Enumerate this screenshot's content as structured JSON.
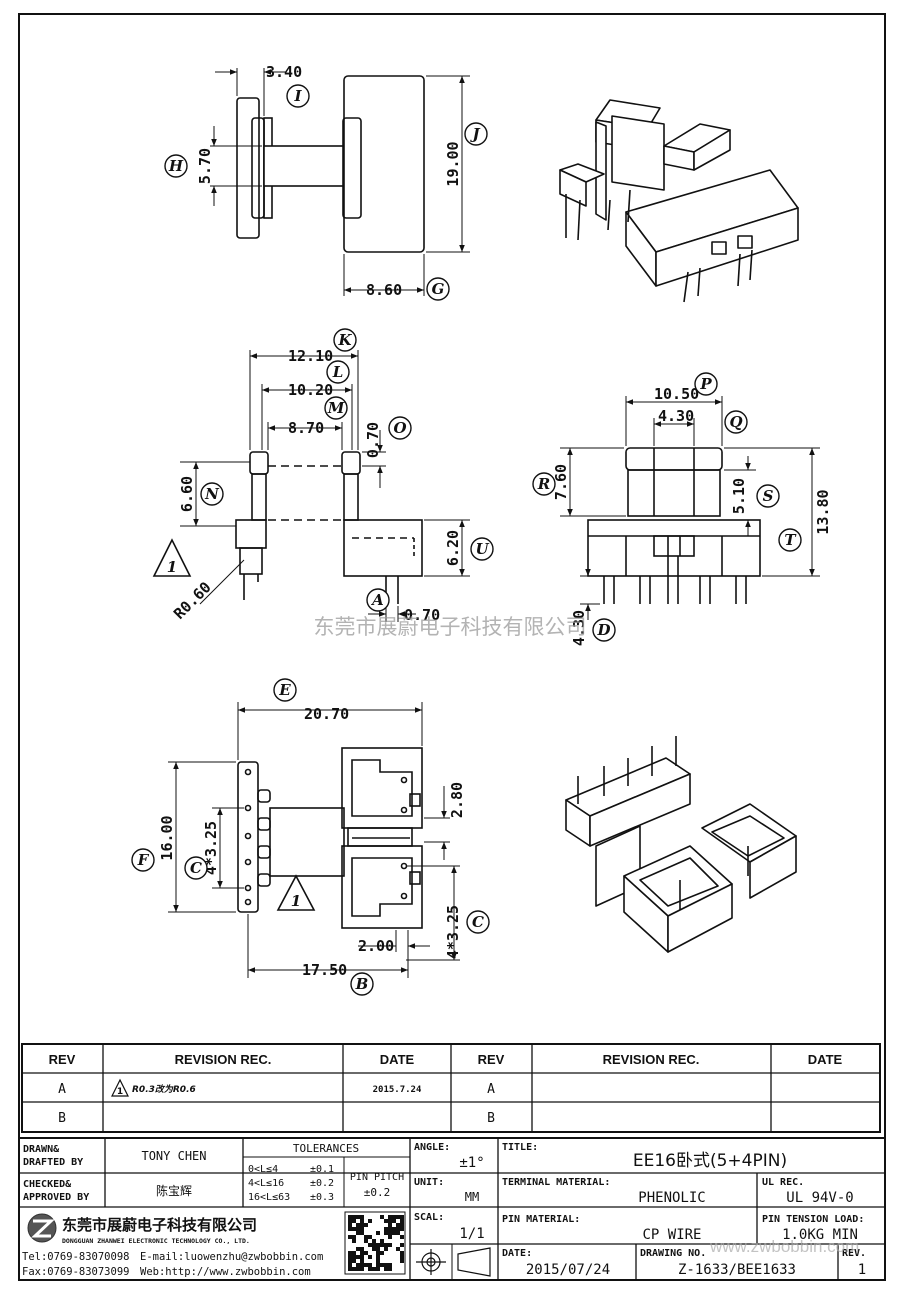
{
  "company_watermark": "东莞市展蔚电子科技有限公司",
  "website_watermark": "www.zwbobbin.com",
  "views": {
    "side": {
      "dims": [
        "3.40",
        "5.70",
        "19.00",
        "8.60"
      ],
      "callouts": [
        "I",
        "H",
        "J",
        "G"
      ]
    },
    "front": {
      "dims": [
        "12.10",
        "10.20",
        "8.70",
        "0.70",
        "6.60",
        "6.20",
        "R0.60",
        "0.70"
      ],
      "callouts": [
        "K",
        "L",
        "M",
        "O",
        "N",
        "U",
        "A"
      ],
      "note_marker": "1"
    },
    "end": {
      "dims": [
        "10.50",
        "4.30",
        "7.60",
        "5.10",
        "13.80",
        "4.30"
      ],
      "callouts": [
        "P",
        "Q",
        "R",
        "S",
        "T",
        "D"
      ]
    },
    "bottom": {
      "dims": [
        "20.70",
        "16.00",
        "4*3.25",
        "2.80",
        "4*3.25",
        "2.00",
        "17.50"
      ],
      "callouts": [
        "E",
        "F",
        "C",
        "C",
        "B"
      ],
      "note_marker": "1"
    }
  },
  "revision_table": {
    "headers": [
      "REV",
      "REVISION REC.",
      "DATE",
      "REV",
      "REVISION REC.",
      "DATE"
    ],
    "rows": [
      {
        "rev": "A",
        "marker": "1",
        "rec": "R0.3改为R0.6",
        "date": "2015.7.24",
        "rev2": "A",
        "rec2": "",
        "date2": ""
      },
      {
        "rev": "B",
        "marker": "",
        "rec": "",
        "date": "",
        "rev2": "B",
        "rec2": "",
        "date2": ""
      }
    ]
  },
  "title_block": {
    "drawn_label_1": "DRAWN&",
    "drawn_label_2": "DRAFTED BY",
    "drawn_by": "TONY CHEN",
    "checked_label_1": "CHECKED&",
    "checked_label_2": "APPROVED BY",
    "checked_by": "陈宝辉",
    "tolerances_label": "TOLERANCES",
    "tolerances": [
      {
        "range": "0<L≤4",
        "value": "±0.1"
      },
      {
        "range": "4<L≤16",
        "value": "±0.2"
      },
      {
        "range": "16<L≤63",
        "value": "±0.3"
      }
    ],
    "pin_pitch_label": "PIN PITCH",
    "pin_pitch": "±0.2",
    "angle_label": "ANGLE:",
    "angle": "±1°",
    "unit_label": "UNIT:",
    "unit": "MM",
    "scale_label": "SCAL:",
    "scale": "1/1",
    "title_label": "TITLE:",
    "title": "EE16卧式(5+4PIN)",
    "terminal_material_label": "TERMINAL MATERIAL:",
    "terminal_material": "PHENOLIC",
    "ul_rec_label": "UL REC.",
    "ul_rec": "UL 94V-0",
    "pin_material_label": "PIN MATERIAL:",
    "pin_material": "CP WIRE",
    "pin_tension_label": "PIN TENSION LOAD:",
    "pin_tension": "1.0KG MIN",
    "date_label": "DATE:",
    "date": "2015/07/24",
    "drawing_no_label": "DRAWING NO.",
    "drawing_no": "Z-1633/BEE1633",
    "rev_label": "REV.",
    "rev": "1",
    "company_cn": "东莞市展蔚电子科技有限公司",
    "company_en": "DONGGUAN ZHANWEI ELECTRONIC TECHNOLOGY CO., LTD.",
    "tel": "Tel:0769-83070098",
    "email": "E-mail:luowenzhu@zwbobbin.com",
    "fax": "Fax:0769-83073099",
    "web": "Web:http://www.zwbobbin.com"
  }
}
